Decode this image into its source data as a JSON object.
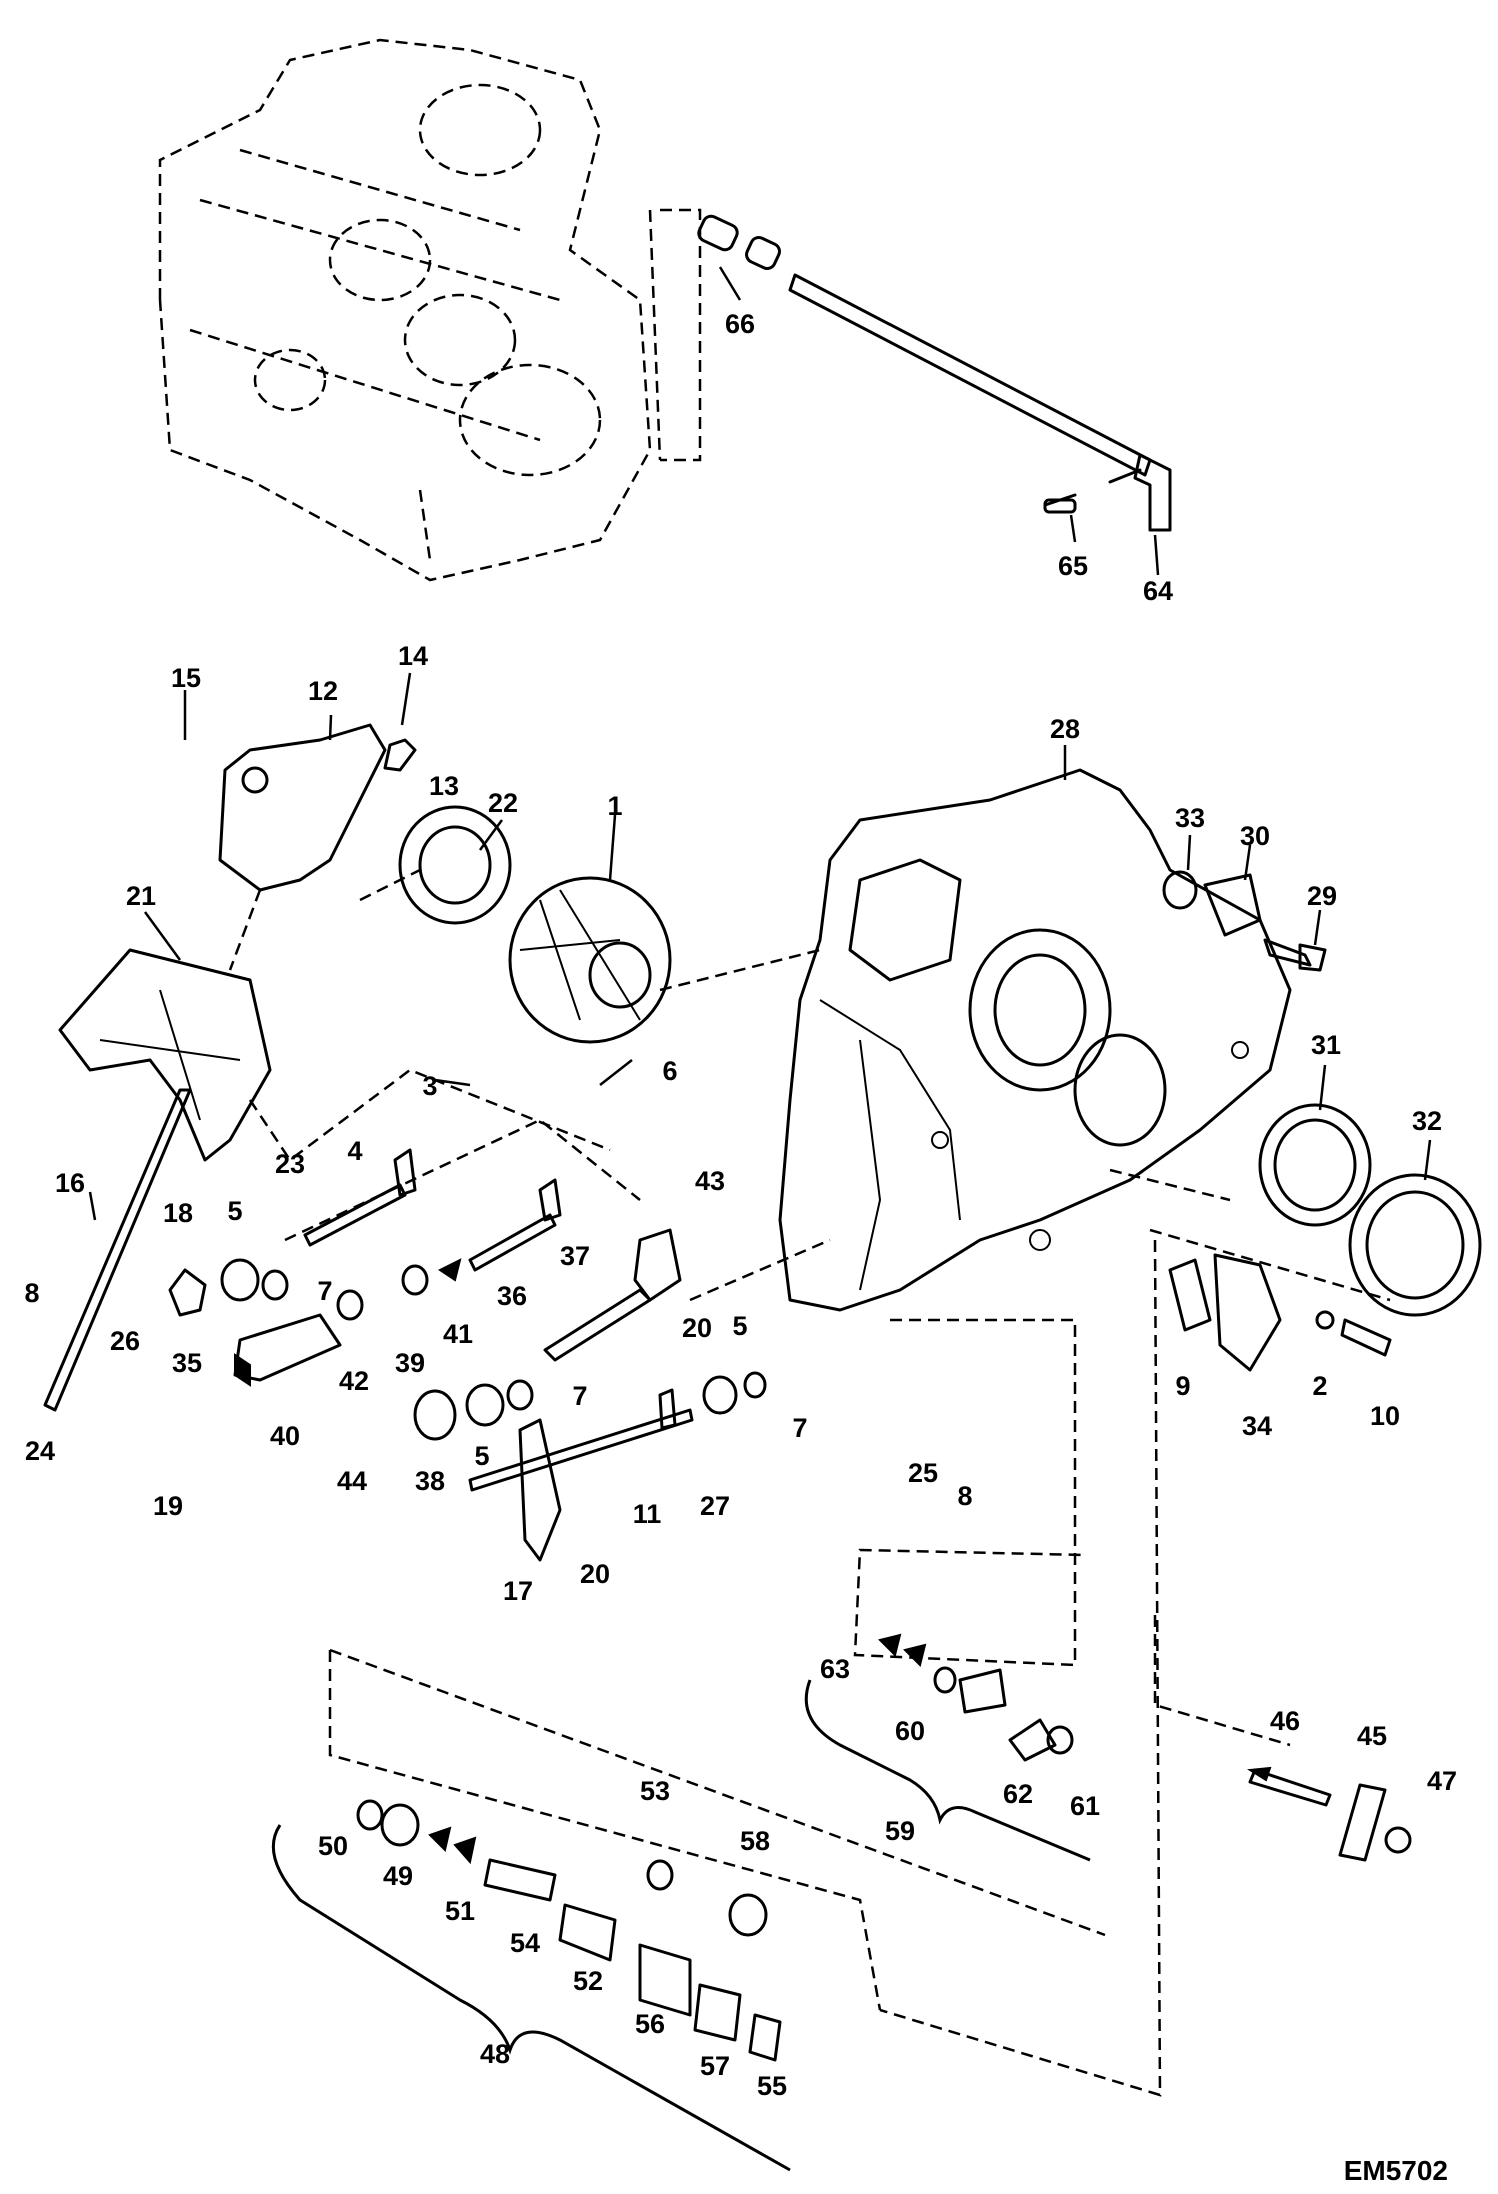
{
  "drawing_code": "EM5702",
  "callouts": [
    {
      "id": "c1",
      "text": "1"
    },
    {
      "id": "c2",
      "text": "2"
    },
    {
      "id": "c3",
      "text": "3"
    },
    {
      "id": "c4",
      "text": "4"
    },
    {
      "id": "c5a",
      "text": "5"
    },
    {
      "id": "c5b",
      "text": "5"
    },
    {
      "id": "c5c",
      "text": "5"
    },
    {
      "id": "c6",
      "text": "6"
    },
    {
      "id": "c7a",
      "text": "7"
    },
    {
      "id": "c7b",
      "text": "7"
    },
    {
      "id": "c7c",
      "text": "7"
    },
    {
      "id": "c8a",
      "text": "8"
    },
    {
      "id": "c8b",
      "text": "8"
    },
    {
      "id": "c9",
      "text": "9"
    },
    {
      "id": "c10",
      "text": "10"
    },
    {
      "id": "c11",
      "text": "11"
    },
    {
      "id": "c12",
      "text": "12"
    },
    {
      "id": "c13",
      "text": "13"
    },
    {
      "id": "c14",
      "text": "14"
    },
    {
      "id": "c15",
      "text": "15"
    },
    {
      "id": "c16",
      "text": "16"
    },
    {
      "id": "c17",
      "text": "17"
    },
    {
      "id": "c18",
      "text": "18"
    },
    {
      "id": "c19",
      "text": "19"
    },
    {
      "id": "c20a",
      "text": "20"
    },
    {
      "id": "c20b",
      "text": "20"
    },
    {
      "id": "c21",
      "text": "21"
    },
    {
      "id": "c22",
      "text": "22"
    },
    {
      "id": "c23",
      "text": "23"
    },
    {
      "id": "c24",
      "text": "24"
    },
    {
      "id": "c25",
      "text": "25"
    },
    {
      "id": "c26",
      "text": "26"
    },
    {
      "id": "c27",
      "text": "27"
    },
    {
      "id": "c28",
      "text": "28"
    },
    {
      "id": "c29",
      "text": "29"
    },
    {
      "id": "c30",
      "text": "30"
    },
    {
      "id": "c31",
      "text": "31"
    },
    {
      "id": "c32",
      "text": "32"
    },
    {
      "id": "c33",
      "text": "33"
    },
    {
      "id": "c34",
      "text": "34"
    },
    {
      "id": "c35",
      "text": "35"
    },
    {
      "id": "c36",
      "text": "36"
    },
    {
      "id": "c37",
      "text": "37"
    },
    {
      "id": "c38",
      "text": "38"
    },
    {
      "id": "c39",
      "text": "39"
    },
    {
      "id": "c40",
      "text": "40"
    },
    {
      "id": "c41",
      "text": "41"
    },
    {
      "id": "c42",
      "text": "42"
    },
    {
      "id": "c43",
      "text": "43"
    },
    {
      "id": "c44",
      "text": "44"
    },
    {
      "id": "c45",
      "text": "45"
    },
    {
      "id": "c46",
      "text": "46"
    },
    {
      "id": "c47",
      "text": "47"
    },
    {
      "id": "c48",
      "text": "48"
    },
    {
      "id": "c49",
      "text": "49"
    },
    {
      "id": "c50",
      "text": "50"
    },
    {
      "id": "c51",
      "text": "51"
    },
    {
      "id": "c52",
      "text": "52"
    },
    {
      "id": "c53",
      "text": "53"
    },
    {
      "id": "c54",
      "text": "54"
    },
    {
      "id": "c55",
      "text": "55"
    },
    {
      "id": "c56",
      "text": "56"
    },
    {
      "id": "c57",
      "text": "57"
    },
    {
      "id": "c58",
      "text": "58"
    },
    {
      "id": "c59",
      "text": "59"
    },
    {
      "id": "c60",
      "text": "60"
    },
    {
      "id": "c61",
      "text": "61"
    },
    {
      "id": "c62",
      "text": "62"
    },
    {
      "id": "c63",
      "text": "63"
    },
    {
      "id": "c64",
      "text": "64"
    },
    {
      "id": "c65",
      "text": "65"
    },
    {
      "id": "c66",
      "text": "66"
    }
  ]
}
